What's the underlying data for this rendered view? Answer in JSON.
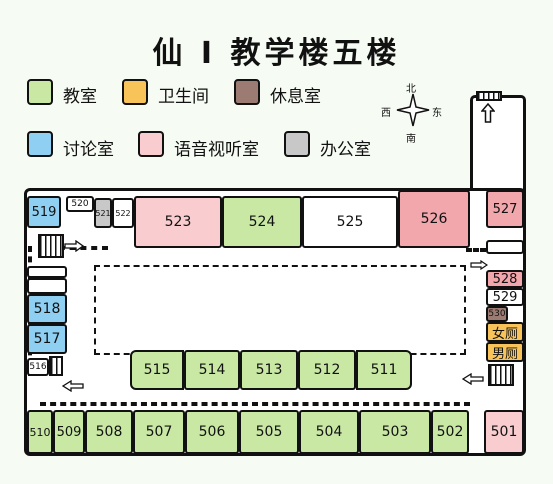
{
  "title": "仙 I 教学楼五楼",
  "legend": [
    {
      "label": "教室",
      "color": "#c9e8a4"
    },
    {
      "label": "卫生间",
      "color": "#f8c45a"
    },
    {
      "label": "休息室",
      "color": "#9c7c72"
    },
    {
      "label": "讨论室",
      "color": "#8fd0f2"
    },
    {
      "label": "语音视听室",
      "color": "#f9ccd0"
    },
    {
      "label": "办公室",
      "color": "#c8c8c8"
    }
  ],
  "compass": {
    "north": "北",
    "south": "南",
    "east": "东",
    "west": "西"
  },
  "rooms": {
    "r519": "519",
    "r520": "520",
    "r521": "521",
    "r522": "522",
    "r523": "523",
    "r524": "524",
    "r525": "525",
    "r526": "526",
    "r527": "527",
    "r528": "528",
    "r529": "529",
    "r530": "530",
    "women": "女厕",
    "men": "男厕",
    "r518": "518",
    "r517": "517",
    "r516": "516",
    "r515": "515",
    "r514": "514",
    "r513": "513",
    "r512": "512",
    "r511": "511",
    "r510": "510",
    "r509": "509",
    "r508": "508",
    "r507": "507",
    "r506": "506",
    "r505": "505",
    "r504": "504",
    "r503": "503",
    "r502": "502",
    "r501": "501"
  }
}
